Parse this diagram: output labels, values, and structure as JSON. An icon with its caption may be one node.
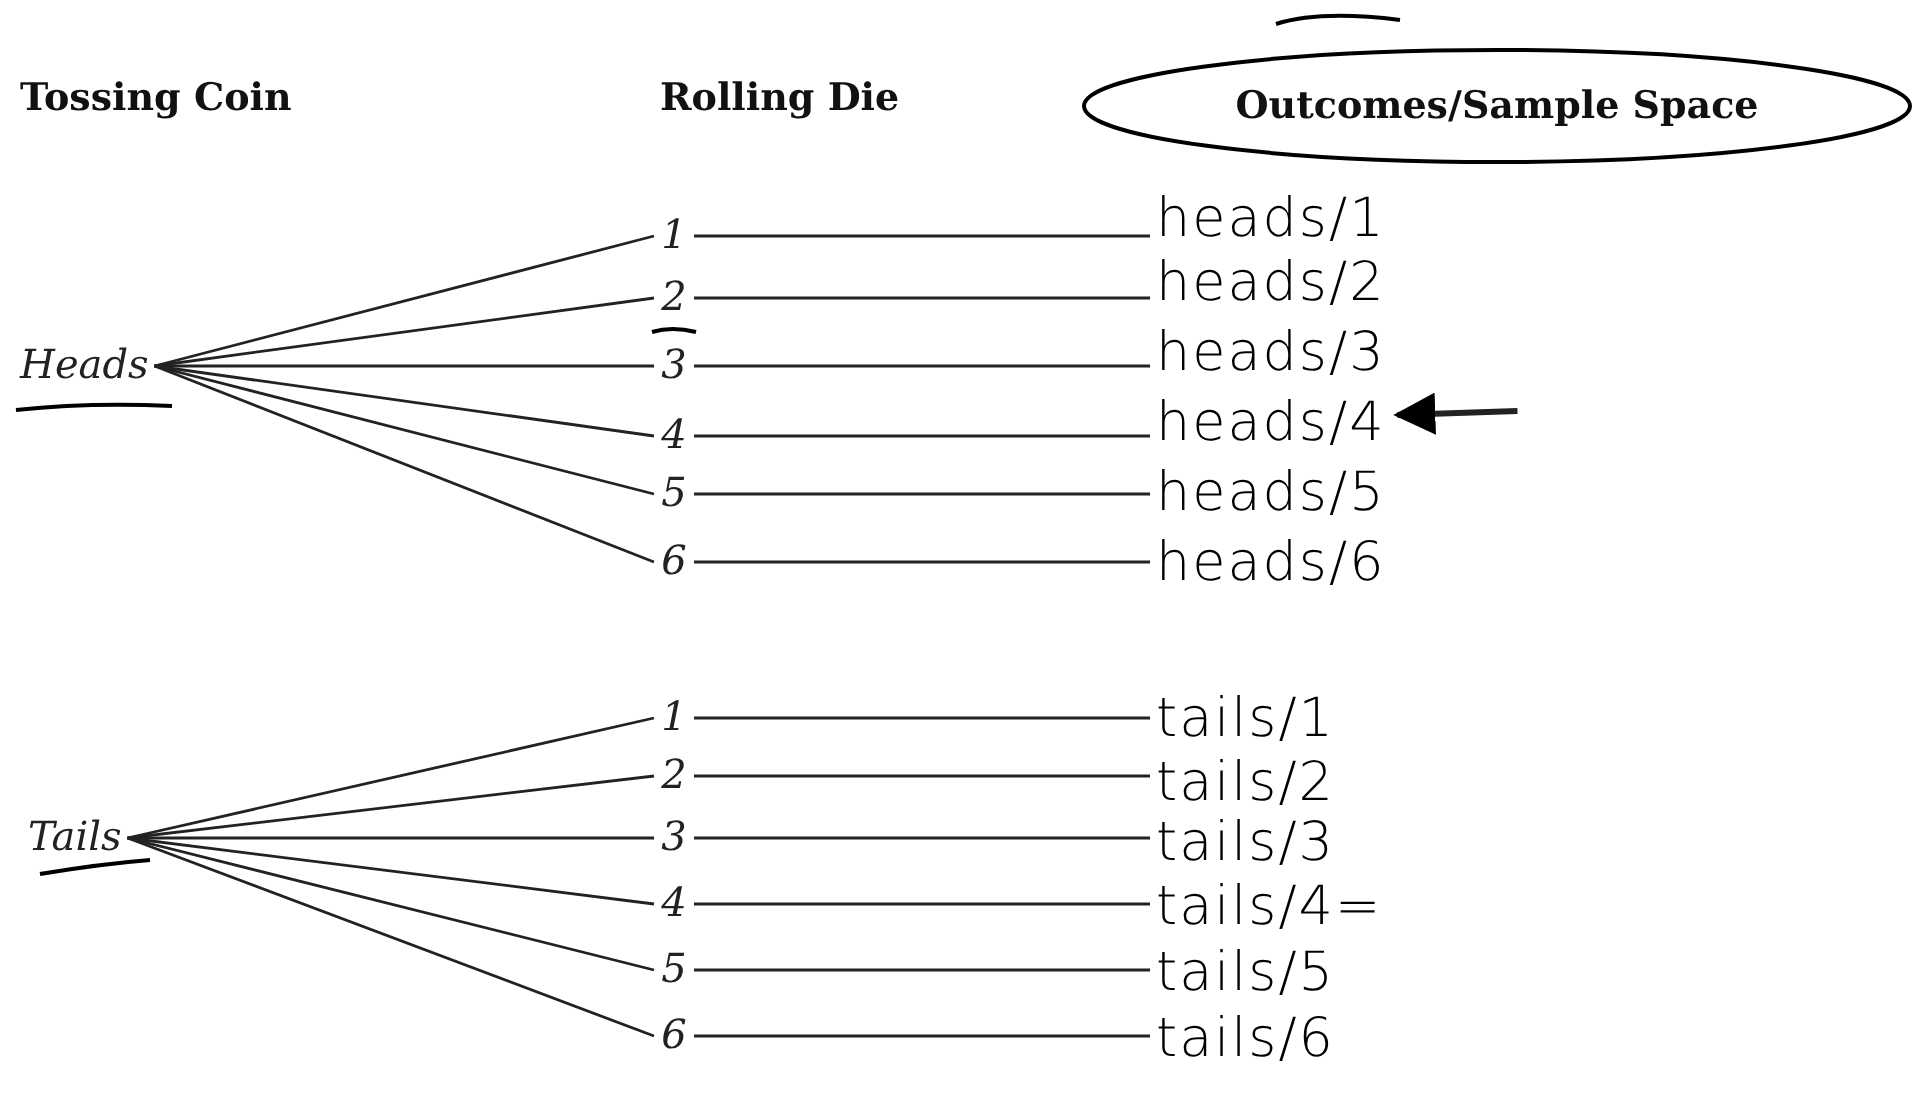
{
  "diagram": {
    "nodes": [
      {
        "text": [
          "Outcomes/Sample Space"
        ]
      },
      {
        "text": [
          "Heads"
        ]
      },
      {
        "text": [
          "1"
        ]
      },
      {
        "text": [
          "2"
        ]
      },
      {
        "text": [
          "3"
        ]
      },
      {
        "text": [
          "4"
        ]
      },
      {
        "text": [
          "5"
        ]
      },
      {
        "text": [
          "6"
        ]
      },
      {
        "text": [
          "heads/1"
        ]
      },
      {
        "text": [
          "heads/2"
        ]
      },
      {
        "text": [
          "heads/3"
        ]
      },
      {
        "text": [
          "heads/4"
        ]
      },
      {
        "text": [
          "heads/5"
        ]
      },
      {
        "text": [
          "heads/6"
        ]
      },
      {
        "text": [
          "Tails"
        ]
      },
      {
        "text": [
          "1"
        ]
      },
      {
        "text": [
          "2"
        ]
      },
      {
        "text": [
          "3"
        ]
      },
      {
        "text": [
          "4"
        ]
      },
      {
        "text": [
          "5"
        ]
      },
      {
        "text": [
          "6"
        ]
      },
      {
        "text": [
          "tails/1"
        ]
      },
      {
        "text": [
          "tails/2"
        ]
      },
      {
        "text": [
          "tails/3"
        ]
      },
      {
        "text": [
          "tails/4="
        ]
      },
      {
        "text": [
          "tails/5"
        ]
      },
      {
        "text": [
          "tails/6"
        ]
      }
    ],
    "edges": [
      {
        "from": 1,
        "to": 2,
        "arrow": "none"
      },
      {
        "from": 1,
        "to": 3,
        "arrow": "none"
      },
      {
        "from": 1,
        "to": 4,
        "arrow": "none"
      },
      {
        "from": 1,
        "to": 5,
        "arrow": "none"
      },
      {
        "from": 1,
        "to": 6,
        "arrow": "none"
      },
      {
        "from": 1,
        "to": 7,
        "arrow": "none"
      },
      {
        "from": 2,
        "to": 8,
        "arrow": "none"
      },
      {
        "from": 3,
        "to": 9,
        "arrow": "none"
      },
      {
        "from": 4,
        "to": 10,
        "arrow": "none"
      },
      {
        "from": 5,
        "to": 11,
        "arrow": "none"
      },
      {
        "from": 6,
        "to": 12,
        "arrow": "none"
      },
      {
        "from": 7,
        "to": 13,
        "arrow": "none"
      },
      {
        "from": null,
        "to": 11,
        "arrow": "to",
        "style": "thick"
      },
      {
        "from": 14,
        "to": 15,
        "arrow": "none"
      },
      {
        "from": 14,
        "to": 16,
        "arrow": "none"
      },
      {
        "from": 14,
        "to": 17,
        "arrow": "none"
      },
      {
        "from": 14,
        "to": 18,
        "arrow": "none"
      },
      {
        "from": 14,
        "to": 19,
        "arrow": "none"
      },
      {
        "from": 14,
        "to": 20,
        "arrow": "none"
      },
      {
        "from": 15,
        "to": 21,
        "arrow": "none"
      },
      {
        "from": 16,
        "to": 22,
        "arrow": "none"
      },
      {
        "from": 17,
        "to": 23,
        "arrow": "none"
      },
      {
        "from": 18,
        "to": 24,
        "arrow": "none"
      },
      {
        "from": 19,
        "to": 25,
        "arrow": "none"
      },
      {
        "from": 20,
        "to": 26,
        "arrow": "none"
      }
    ],
    "labels": [
      "Tossing Coin",
      "Rolling Die"
    ]
  }
}
